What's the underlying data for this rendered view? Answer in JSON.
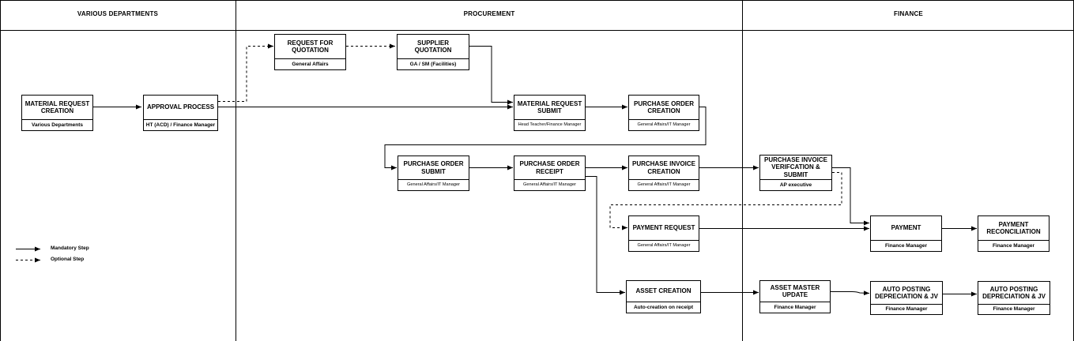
{
  "lanes": [
    {
      "id": "various",
      "title": "VARIOUS DEPARTMENTS"
    },
    {
      "id": "procurement",
      "title": "PROCUREMENT"
    },
    {
      "id": "finance",
      "title": "FINANCE"
    }
  ],
  "nodes": [
    {
      "id": "material-request-creation",
      "title": "MATERIAL REQUEST CREATION",
      "role": "Various Departments"
    },
    {
      "id": "approval-process",
      "title": "APPROVAL PROCESS",
      "role": "HT (ACD) / Finance Manager"
    },
    {
      "id": "request-for-quotation",
      "title": "REQUEST FOR QUOTATION",
      "role": "General Affairs"
    },
    {
      "id": "supplier-quotation",
      "title": "SUPPLIER QUOTATION",
      "role": "GA / SM (Facilities)"
    },
    {
      "id": "material-request-submit",
      "title": "MATERIAL REQUEST SUBMIT",
      "role": "Head Teacher/Finance Manager"
    },
    {
      "id": "purchase-order-creation",
      "title": "PURCHASE ORDER CREATION",
      "role": "General Affairs/IT Manager"
    },
    {
      "id": "purchase-order-submit",
      "title": "PURCHASE ORDER SUBMIT",
      "role": "General Affairs/IT Manager"
    },
    {
      "id": "purchase-order-receipt",
      "title": "PURCHASE ORDER RECEIPT",
      "role": "General Affairs/IT Manager"
    },
    {
      "id": "purchase-invoice-creation",
      "title": "PURCHASE INVOICE CREATION",
      "role": "General Affairs/IT Manager"
    },
    {
      "id": "purchase-invoice-verification",
      "title": "PURCHASE INVOICE VERIFCATION & SUBMIT",
      "role": "AP executive"
    },
    {
      "id": "payment-request",
      "title": "PAYMENT REQUEST",
      "role": "General Affairs/IT Manager"
    },
    {
      "id": "payment",
      "title": "PAYMENT",
      "role": "Finance Manager"
    },
    {
      "id": "payment-reconciliation",
      "title": "PAYMENT RECONCILIATION",
      "role": "Finance Manager"
    },
    {
      "id": "asset-creation",
      "title": "ASSET CREATION",
      "role": "Auto-creation on receipt"
    },
    {
      "id": "asset-master-update",
      "title": "ASSET MASTER UPDATE",
      "role": "Finance Manager"
    },
    {
      "id": "auto-posting-1",
      "title": "AUTO POSTING DEPRECIATION & JV",
      "role": "Finance Manager"
    },
    {
      "id": "auto-posting-2",
      "title": "AUTO POSTING DEPRECIATION & JV",
      "role": "Finance Manager"
    }
  ],
  "edges": [
    {
      "from": "material-request-creation",
      "to": "approval-process",
      "style": "solid"
    },
    {
      "from": "approval-process",
      "to": "request-for-quotation",
      "style": "dashed"
    },
    {
      "from": "request-for-quotation",
      "to": "supplier-quotation",
      "style": "dashed"
    },
    {
      "from": "supplier-quotation",
      "to": "material-request-submit",
      "style": "solid"
    },
    {
      "from": "approval-process",
      "to": "material-request-submit",
      "style": "solid"
    },
    {
      "from": "material-request-submit",
      "to": "purchase-order-creation",
      "style": "solid"
    },
    {
      "from": "purchase-order-creation",
      "to": "purchase-order-submit",
      "style": "solid"
    },
    {
      "from": "purchase-order-submit",
      "to": "purchase-order-receipt",
      "style": "solid"
    },
    {
      "from": "purchase-order-receipt",
      "to": "purchase-invoice-creation",
      "style": "solid"
    },
    {
      "from": "purchase-invoice-creation",
      "to": "purchase-invoice-verification",
      "style": "solid"
    },
    {
      "from": "purchase-invoice-verification",
      "to": "payment-request",
      "style": "dashed"
    },
    {
      "from": "purchase-invoice-verification",
      "to": "payment",
      "style": "solid"
    },
    {
      "from": "payment-request",
      "to": "payment",
      "style": "solid"
    },
    {
      "from": "payment",
      "to": "payment-reconciliation",
      "style": "solid"
    },
    {
      "from": "purchase-order-receipt",
      "to": "asset-creation",
      "style": "solid"
    },
    {
      "from": "asset-creation",
      "to": "asset-master-update",
      "style": "solid"
    },
    {
      "from": "asset-master-update",
      "to": "auto-posting-1",
      "style": "solid"
    },
    {
      "from": "auto-posting-1",
      "to": "auto-posting-2",
      "style": "solid"
    }
  ],
  "legend": {
    "mandatory": "Mandatory Step",
    "optional": "Optional Step"
  }
}
